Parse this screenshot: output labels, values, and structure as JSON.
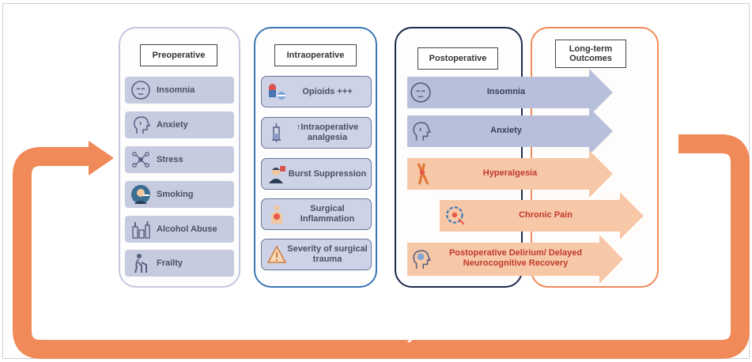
{
  "columns": {
    "pre": {
      "header": "Preoperative",
      "items": [
        {
          "label": "Insomnia",
          "icon": "sleepless-head-icon"
        },
        {
          "label": "Anxiety",
          "icon": "anxious-head-icon"
        },
        {
          "label": "Stress",
          "icon": "stress-network-icon"
        },
        {
          "label": "Smoking",
          "icon": "smoking-person-icon"
        },
        {
          "label": "Alcohol Abuse",
          "icon": "alcohol-bottles-icon"
        },
        {
          "label": "Frailty",
          "icon": "elderly-person-icon"
        }
      ]
    },
    "intra": {
      "header": "Intraoperative",
      "items": [
        {
          "label": "Opioids +++",
          "icon": "pills-icon"
        },
        {
          "label": "↑Intraoperative analgesia",
          "icon": "syringe-icon"
        },
        {
          "label": "Burst Suppression",
          "icon": "anesthetist-icon"
        },
        {
          "label": "Surgical Inflammation",
          "icon": "inflamed-torso-icon"
        },
        {
          "label": "Severity of surgical trauma",
          "icon": "warning-triangle-icon"
        }
      ]
    },
    "post": {
      "header": "Postoperative",
      "outcomes": [
        {
          "label": "Insomnia",
          "icon": "sleepless-head-icon",
          "color": "#b8bfda"
        },
        {
          "label": "Anxiety",
          "icon": "anxious-head-icon",
          "color": "#b8bfda"
        },
        {
          "label": "Hyperalgesia",
          "icon": "joint-pain-icon",
          "color": "#f7c8a8"
        },
        {
          "label": "Chronic Pain",
          "icon": "chronic-pain-icon",
          "color": "#f7c8a8"
        },
        {
          "label": "Postoperative Delirium/ Delayed Neurocognitive Recovery",
          "icon": "brain-head-icon",
          "color": "#f7c8a8"
        }
      ]
    },
    "long": {
      "header": "Long-term Outcomes"
    }
  },
  "cycle": {
    "label": "Vicious Cycle",
    "color": "#f08a58"
  }
}
